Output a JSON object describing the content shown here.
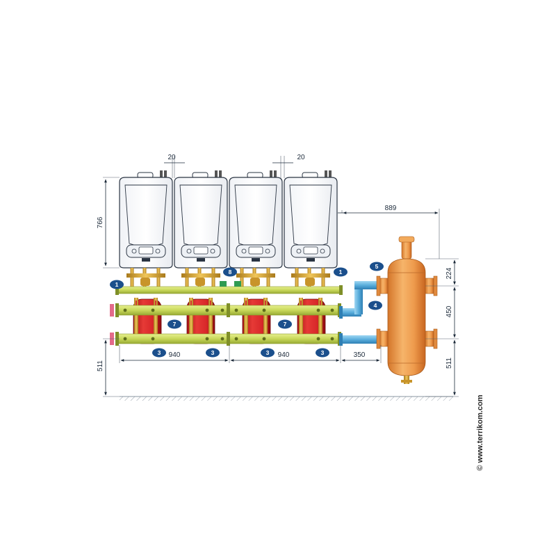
{
  "dimensions": {
    "boiler_gap_left": "20",
    "boiler_gap_right": "20",
    "boiler_height": "766",
    "hydraulic_separator_distance": "889",
    "separator_top_offset": "224",
    "header_spacing": "450",
    "bottom_height_left": "511",
    "bottom_height_right": "511",
    "module_width_left": "940",
    "module_width_right": "940",
    "connection_length": "350"
  },
  "callouts": {
    "c1a": "1",
    "c1b": "1",
    "c3a": "3",
    "c3b": "3",
    "c3c": "3",
    "c3d": "3",
    "c4": "4",
    "c5": "5",
    "c7a": "7",
    "c7b": "7",
    "c8": "8"
  },
  "credit": "© www.terrikom.com",
  "colors": {
    "callout_badge": "#1b4f8c",
    "header_pipe": "#c8d85a",
    "expansion_tank": "#d8282a",
    "separator_vessel": "#ee9a4c",
    "connection_pipe": "#5aaedc",
    "fittings": "#d6a43a",
    "boiler_body": "#ffffff"
  }
}
